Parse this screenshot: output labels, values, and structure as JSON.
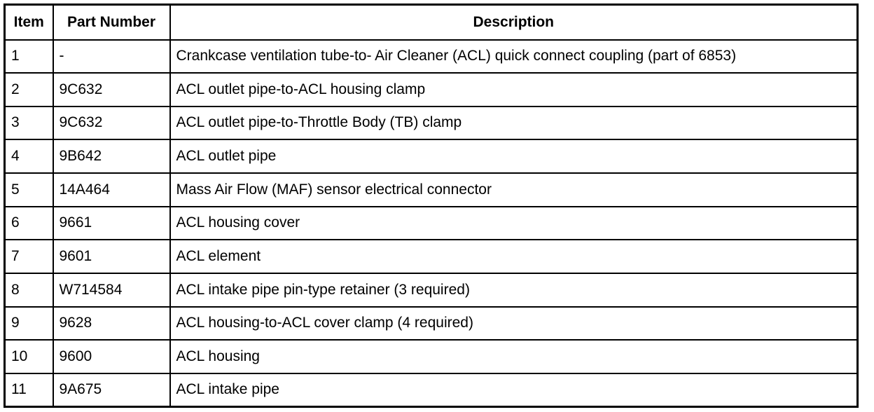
{
  "table": {
    "name": "parts-list-table",
    "columns": [
      {
        "key": "item",
        "label": "Item",
        "align": "center"
      },
      {
        "key": "part_number",
        "label": "Part Number",
        "align": "center"
      },
      {
        "key": "description",
        "label": "Description",
        "align": "center"
      }
    ],
    "rows": [
      {
        "item": "1",
        "part_number": "-",
        "description": "Crankcase ventilation tube-to- Air Cleaner (ACL) quick connect coupling (part of 6853)"
      },
      {
        "item": "2",
        "part_number": "9C632",
        "description": "ACL outlet pipe-to-ACL housing clamp"
      },
      {
        "item": "3",
        "part_number": "9C632",
        "description": "ACL outlet pipe-to-Throttle Body (TB) clamp"
      },
      {
        "item": "4",
        "part_number": "9B642",
        "description": "ACL outlet pipe"
      },
      {
        "item": "5",
        "part_number": "14A464",
        "description": "Mass Air Flow (MAF) sensor electrical connector"
      },
      {
        "item": "6",
        "part_number": "9661",
        "description": "ACL housing cover"
      },
      {
        "item": "7",
        "part_number": "9601",
        "description": "ACL element"
      },
      {
        "item": "8",
        "part_number": "W714584",
        "description": "ACL intake pipe pin-type retainer (3 required)"
      },
      {
        "item": "9",
        "part_number": "9628",
        "description": "ACL housing-to-ACL cover clamp (4 required)"
      },
      {
        "item": "10",
        "part_number": "9600",
        "description": "ACL housing"
      },
      {
        "item": "11",
        "part_number": "9A675",
        "description": "ACL intake pipe"
      }
    ]
  },
  "style": {
    "text_color": "#000000",
    "background_color": "#ffffff",
    "border_color": "#000000"
  }
}
